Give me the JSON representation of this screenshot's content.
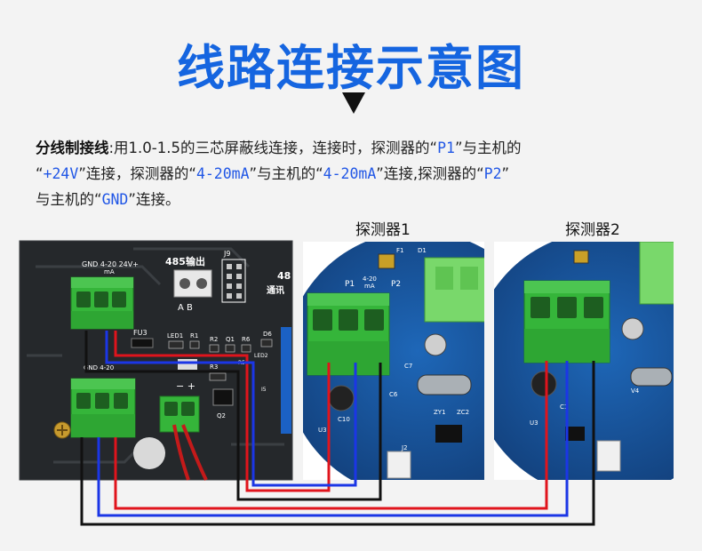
{
  "title": "线路连接示意图",
  "description": {
    "lead": "分线制接线",
    "text_1": ":用1.0-1.5的三芯屏蔽线连接，连接时，探测器的",
    "q_open": "“",
    "q_close": "”",
    "p1": "P1",
    "text_2": "与主机的",
    "v24": "+24V",
    "text_3": "连接，探测器的",
    "ma": "4-20mA",
    "text_4": "与主机的",
    "text_5": "连接,探测器的",
    "p2": "P2",
    "text_6": "与主机的",
    "gnd": "GND",
    "text_7": "连接。"
  },
  "labels": {
    "detector1": "探测器1",
    "detector2": "探测器2"
  },
  "board": {
    "terminal_top": "GND 4-20 24V+",
    "terminal_ma": "mA",
    "rs485": "485输出",
    "ab": "A  B",
    "j9": "J9",
    "fu3": "FU3",
    "led1": "LED1",
    "r1": "R1",
    "r2": "R2",
    "q1": "Q1",
    "r6": "R6",
    "d6": "D6",
    "r3": "R3",
    "q2": "Q2",
    "minus_plus": "−   +",
    "com": "通讯",
    "num48": "48",
    "led2": "LED2",
    "gnd_420": "GND 4-20",
    "r5": "R5",
    "i5": "I5"
  },
  "detector_pcb": {
    "p1": "P1",
    "p2": "P2",
    "ma_top": "4-20",
    "ma_bot": "mA",
    "f1": "F1",
    "d1": "D1",
    "c7": "C7",
    "c10": "C10",
    "c6": "C6",
    "zy1": "ZY1",
    "zc2": "ZC2",
    "u3": "U3",
    "j2": "J2",
    "c1": "C1",
    "v4": "V4"
  },
  "colors": {
    "title": "#1565e0",
    "highlight": "#2157e6",
    "wire_red": "#e0141c",
    "wire_blue": "#1b36e6",
    "wire_black": "#111111",
    "terminal_green": "#35b53a",
    "pcb_blue": "#17549c",
    "board_dark": "#25282b"
  }
}
